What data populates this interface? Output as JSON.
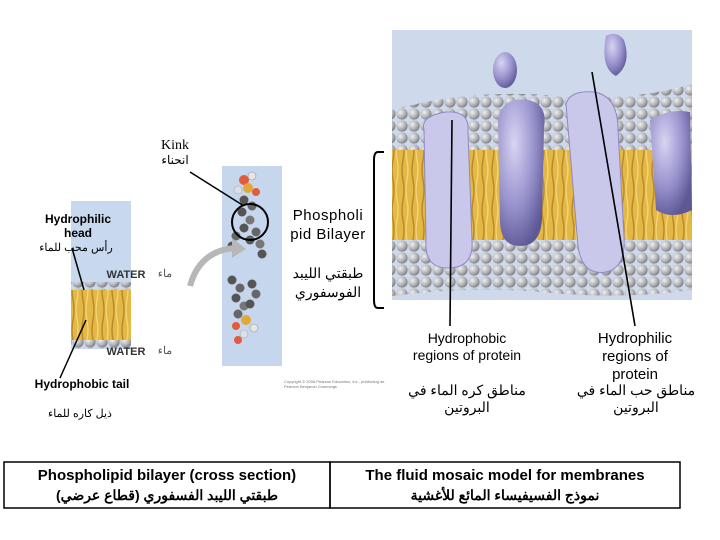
{
  "kink": {
    "en": "Kink",
    "ar": "انحناء"
  },
  "hydrophilic_head": {
    "en": "Hydrophilic head",
    "ar": "رأس محب للماء"
  },
  "hydrophobic_tail": {
    "en": "Hydrophobic tail",
    "ar": "ذيل كاره للماء"
  },
  "water_top": {
    "en": "WATER",
    "ar": "ماء"
  },
  "water_bottom": {
    "en": "WATER",
    "ar": "ماء"
  },
  "phospholipid_bilayer": {
    "en": "Phospholi pid Bilayer",
    "ar": "طبقتي الليبد الفوسفوري"
  },
  "hydrophobic_regions": {
    "en": "Hydrophobic regions of protein",
    "ar": "مناطق كره الماء في البروتين"
  },
  "hydrophilic_regions": {
    "en": "Hydrophilic regions of protein",
    "ar": "مناطق حب الماء في البروتين"
  },
  "copyright": "Copyright © 2008 Pearson Education, Inc., publishing as Pearson Benjamin Cummings",
  "caption_left": {
    "en": "Phospholipid bilayer (cross section)",
    "ar": "طبقتي الليبد الفسفوري (قطاع عرضي)"
  },
  "caption_right": {
    "en": "The fluid mosaic model for membranes",
    "ar": "نموذج الفسيفيساء المائع للأغشية"
  },
  "colors": {
    "membrane_bg": "#cfd9ec",
    "head_gray": "#a7a9ad",
    "tail_yellow": "#e3b640",
    "protein_purple": "#8c86c4",
    "water_blue": "#b8cbe5"
  }
}
